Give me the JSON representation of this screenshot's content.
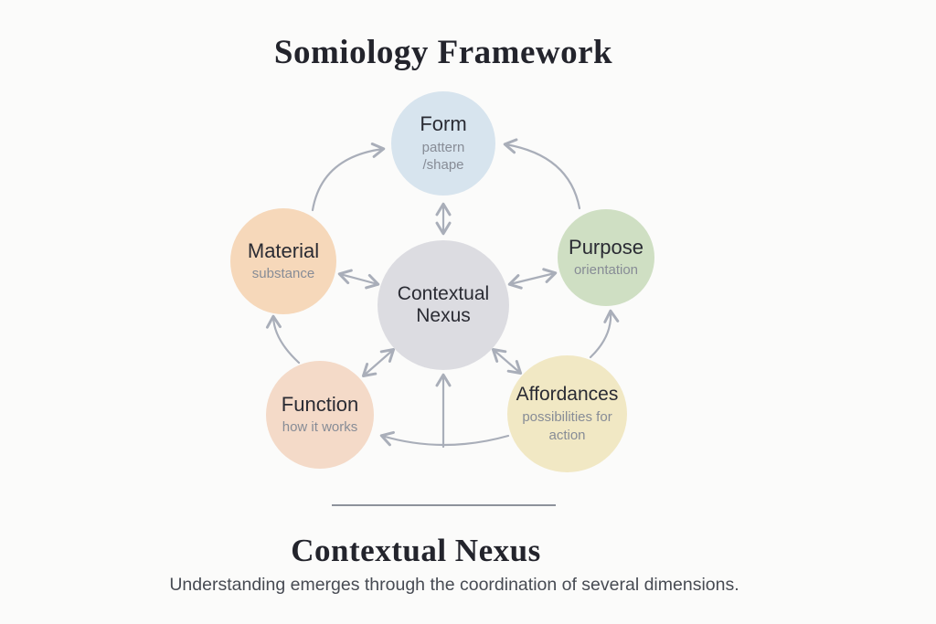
{
  "title": "Somiology Framework",
  "center": {
    "label": "Contextual Nexus",
    "color": "#dcdce1"
  },
  "nodes": [
    {
      "id": "form",
      "label": "Form",
      "sublabel": "pattern /shape",
      "color": "#d7e4ee"
    },
    {
      "id": "material",
      "label": "Material",
      "sublabel": "substance",
      "color": "#f6d8ba"
    },
    {
      "id": "purpose",
      "label": "Purpose",
      "sublabel": "orientation",
      "color": "#cfdfc3"
    },
    {
      "id": "function",
      "label": "Function",
      "sublabel": "how it works",
      "color": "#f4dac8"
    },
    {
      "id": "affordances",
      "label": "Affordances",
      "sublabel": "possibilities for action",
      "color": "#f1e8c4"
    }
  ],
  "footer": {
    "heading": "Contextual Nexus",
    "description": "Understanding emerges through the coordination of several dimensions."
  },
  "colors": {
    "arrow": "#a9aeb9",
    "background": "#fbfbfa",
    "text": "#23242c",
    "muted": "#878c96"
  }
}
